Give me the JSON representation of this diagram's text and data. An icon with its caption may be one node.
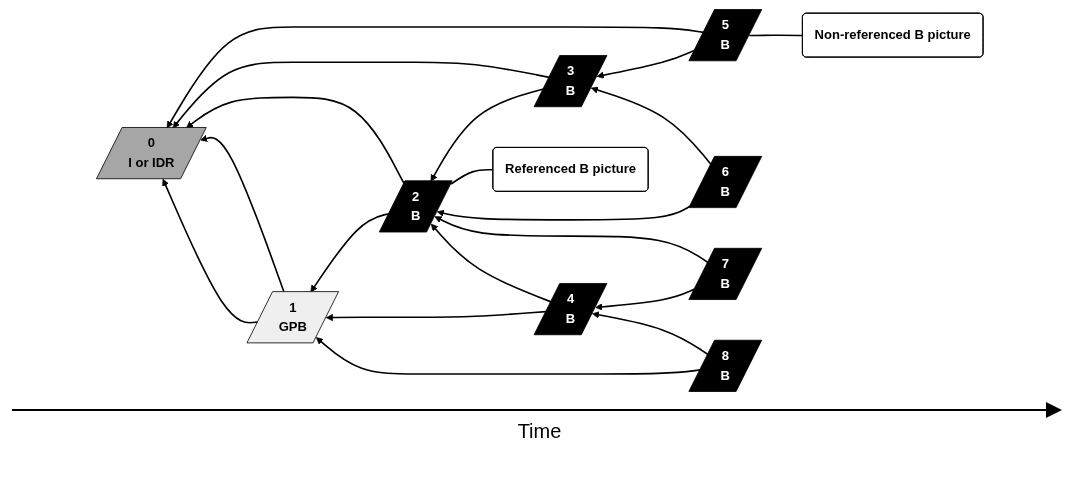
{
  "diagram": {
    "nodes": [
      {
        "text": [
          "Non-referenced B picture"
        ]
      },
      {
        "text": [
          "0",
          "I or IDR"
        ]
      },
      {
        "text": [
          "5",
          "B"
        ]
      },
      {
        "text": [
          "3",
          "B"
        ]
      },
      {
        "text": [
          "6",
          "B"
        ]
      },
      {
        "text": [
          "2",
          "B"
        ]
      },
      {
        "text": [
          "7",
          "B"
        ]
      },
      {
        "text": [
          "4",
          "B"
        ]
      },
      {
        "text": [
          "8",
          "B"
        ]
      },
      {
        "text": [
          "1",
          "GPB"
        ]
      },
      {
        "text": [
          "Referenced B picture"
        ]
      }
    ],
    "edges": [
      {
        "from": 0,
        "to": 2,
        "arrow": "none"
      },
      {
        "from": 2,
        "to": 1,
        "arrow": "to"
      },
      {
        "from": 2,
        "to": 3,
        "arrow": "to"
      },
      {
        "from": 3,
        "to": 1,
        "arrow": "to"
      },
      {
        "from": 3,
        "to": 5,
        "arrow": "to"
      },
      {
        "from": 4,
        "to": 3,
        "arrow": "to"
      },
      {
        "from": 4,
        "to": 5,
        "arrow": "to"
      },
      {
        "from": 5,
        "to": 1,
        "arrow": "to"
      },
      {
        "from": 5,
        "to": 9,
        "arrow": "to"
      },
      {
        "from": 6,
        "to": 5,
        "arrow": "to"
      },
      {
        "from": 6,
        "to": 7,
        "arrow": "to"
      },
      {
        "from": 7,
        "to": 5,
        "arrow": "to"
      },
      {
        "from": 7,
        "to": 9,
        "arrow": "to"
      },
      {
        "from": 8,
        "to": 7,
        "arrow": "to"
      },
      {
        "from": 8,
        "to": 9,
        "arrow": "to"
      },
      {
        "from": 9,
        "to": 1,
        "arrow": "to"
      },
      {
        "from": 9,
        "to": 1,
        "arrow": "to"
      },
      {
        "from": 10,
        "to": 5,
        "arrow": "none"
      }
    ],
    "labels": [
      "Time"
    ]
  }
}
